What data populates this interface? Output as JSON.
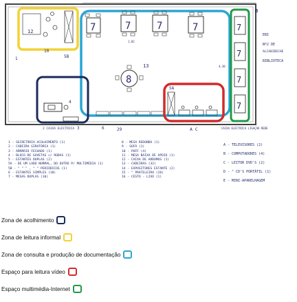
{
  "plan": {
    "top_label": "B",
    "right_labels": [
      "EBI",
      "Nº2 DE",
      "ALCABIDECHE",
      "BIBLIOTECA"
    ],
    "bottom_labels": {
      "caixa_left": "2 CAIXA ELÉCTRICA",
      "num_3": "3",
      "num_6": "6",
      "num_29": "29",
      "ac": "A C",
      "caixa_right": "CAIXA ELÉCTRICA LIGAÇÃO REDE"
    },
    "table_numbers": [
      "7",
      "7",
      "7",
      "7"
    ],
    "right_tables": [
      "7",
      "7",
      "7",
      "7"
    ],
    "center_table": "8",
    "num_13": "13",
    "num_12": "12",
    "num_10": "10",
    "num_1": "1",
    "num_5b": "5B",
    "num_4": "4",
    "num_5a": "5A",
    "dim_top": "1,82",
    "dim_right": "4,30"
  },
  "legend": {
    "col1": [
      "1 - SECRETÁRIA ACOLHIMENTO (1)",
      "2 - CADEIRA GIRATÓRIA (1)",
      "3 - ARMÁRIO FECHADO (1)",
      "4 - BLOCO DE GAVETAS c/ RODAS (1)",
      "5 - ESTANTES DUPLAS (2)",
      "5A - DE UM LADO NORMAL, DO OUTRO P/ MULTIMÉDIA (1)",
      "5B -  \"        \"       \"      , \"        \" PERIÓDICOS (1)",
      "6 - ESTANTES SIMPLES (10)",
      "7 - MESAS DUPLAS (10)"
    ],
    "col2": [
      "8 - MESA REDONDA (1)",
      "9 - SOFÁ (1)",
      "10 - PUFF (4)",
      "11 - MESA BAIXA DE APOIO (1)",
      "12 - CAIXA DE ARRUMOS (1)",
      "13 - CADEIRAS (32)",
      "14 - EXPOSITORES ESTANTE (2)",
      "15 -       \"           PRATELEIRA (10)",
      "16 - CESTO - LIXO (1)"
    ],
    "col3": [
      "A - TELEVISORES (2)",
      "B - COMPUTADORES (4)",
      "C - LEITOR DVD'S (2)",
      "D -    \"       CD'S PORTÁTIL (1)",
      "E - MINI-APARELHAGEM"
    ]
  },
  "zones": [
    {
      "label": "Zona de acolhimento",
      "color": "#1a2b5c"
    },
    {
      "label": "Zona de leitura informal",
      "color": "#f2d233"
    },
    {
      "label": "Zona de consulta e produção de documentação",
      "color": "#2aa6d6"
    },
    {
      "label": "Espaço para leitura vídeo",
      "color": "#d42a2a"
    },
    {
      "label": "Espaço multimédia-Internet",
      "color": "#1f9a4a"
    }
  ]
}
